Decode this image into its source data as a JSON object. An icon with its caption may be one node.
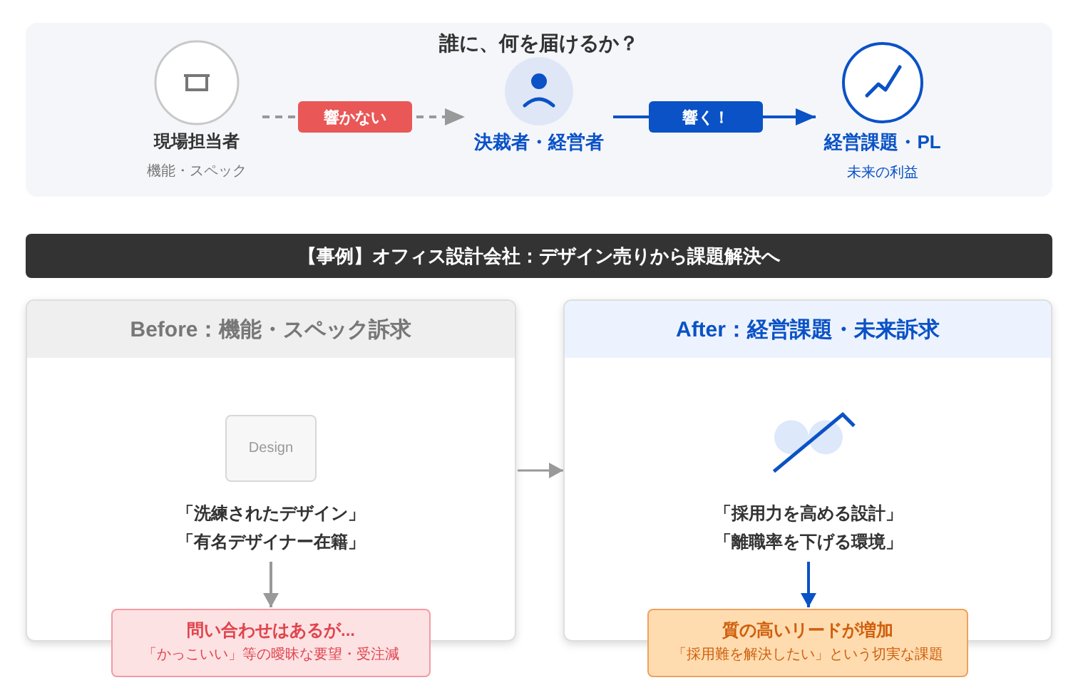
{
  "diagram": {
    "nodes": [
      {
        "text": [
          "誰に、何を届けるか？"
        ]
      },
      {
        "text": [
          "現場担当者",
          "機能・スペック"
        ],
        "in": 0
      },
      {
        "text": [
          "決裁者・経営者"
        ],
        "in": 0
      },
      {
        "text": [
          "経営課題・PL",
          "未来の利益"
        ],
        "in": 0
      },
      {
        "text": [
          "【事例】オフィス設計会社：デザイン売りから課題解決へ"
        ]
      },
      {
        "text": [
          "Before：機能・スペック訴求"
        ]
      },
      {
        "text": [
          "Design"
        ],
        "in": 5
      },
      {
        "text": [
          "「洗練されたデザイン」",
          "「有名デザイナー在籍」"
        ],
        "in": 5
      },
      {
        "text": [
          "問い合わせはあるが...",
          "「かっこいい」等の曖昧な要望・受注減"
        ]
      },
      {
        "text": [
          "After：経営課題・未来訴求"
        ]
      },
      {
        "text": [
          "「採用力を高める設計」",
          "「離職率を下げる環境」"
        ],
        "in": 9
      },
      {
        "text": [
          "質の高いリードが増加",
          "「採用難を解決したい」という切実な課題"
        ]
      }
    ],
    "edges": [
      {
        "from": 1,
        "to": 2,
        "arrow": "to",
        "label": "響かない",
        "style": "dashed"
      },
      {
        "from": 2,
        "to": 3,
        "arrow": "to",
        "label": "響く！",
        "color": "#0a52c6"
      },
      {
        "from": 5,
        "to": 9,
        "arrow": "to"
      },
      {
        "from": 7,
        "to": 8,
        "arrow": "to"
      },
      {
        "from": 10,
        "to": 11,
        "arrow": "to",
        "color": "#0a52c6"
      }
    ]
  }
}
